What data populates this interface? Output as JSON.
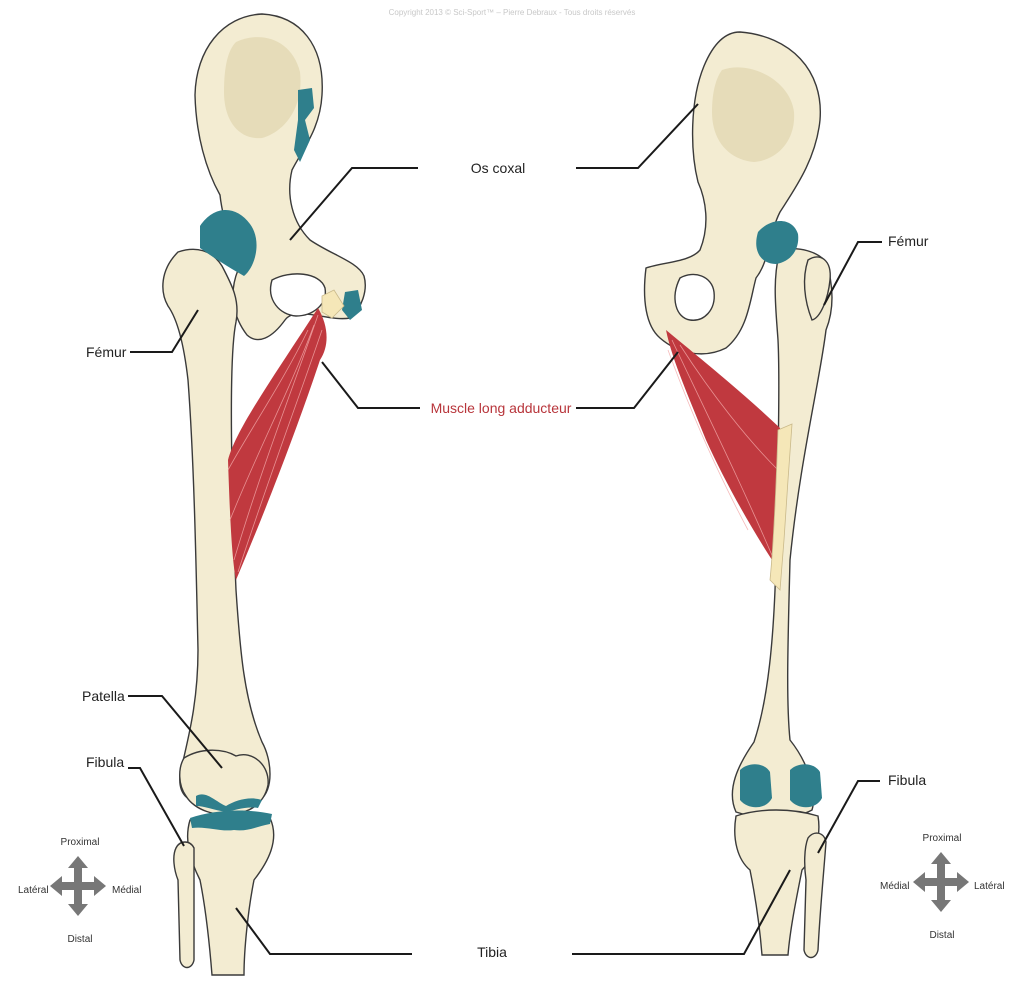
{
  "copyright": "Copyright 2013 © Sci-Sport™ – Pierre Debraux - Tous droits réservés",
  "labels": {
    "os_coxal": "Os coxal",
    "femur_left": "Fémur",
    "femur_right": "Fémur",
    "muscle": "Muscle long adducteur",
    "patella": "Patella",
    "fibula_left": "Fibula",
    "fibula_right": "Fibula",
    "tibia": "Tibia"
  },
  "compass_left": {
    "top": "Proximal",
    "bottom": "Distal",
    "left": "Latéral",
    "right": "Médial"
  },
  "compass_right": {
    "top": "Proximal",
    "bottom": "Distal",
    "left": "Médial",
    "right": "Latéral"
  },
  "colors": {
    "bone": "#f3ecd2",
    "bone_shade": "#e6dcb9",
    "cartilage": "#2f7f8c",
    "muscle": "#c0393f",
    "muscle_label": "#b8353b",
    "tendon": "#f5e7b8",
    "compass_arrow": "#777777"
  }
}
